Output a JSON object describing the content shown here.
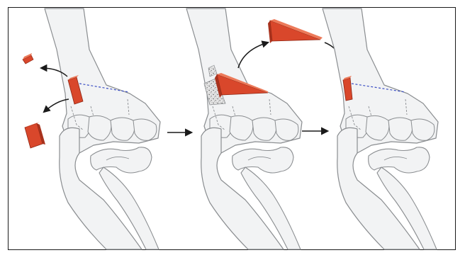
{
  "figure": {
    "panel_count": 3,
    "colors": {
      "bone_fill": "#f2f3f4",
      "bone_outline": "#8a8d90",
      "wedge_front": "#d9472b",
      "wedge_top": "#ec7a5a",
      "wedge_side": "#a8321d",
      "osteotomy_line": "#3c4fc4",
      "arrow": "#1a1a1a",
      "frame": "#1a1a1a",
      "graft_speckle": "#555555"
    },
    "icons": [
      "bone-illustration",
      "wedge-fragment",
      "curved-arrow",
      "step-arrow",
      "bone-graft"
    ]
  }
}
